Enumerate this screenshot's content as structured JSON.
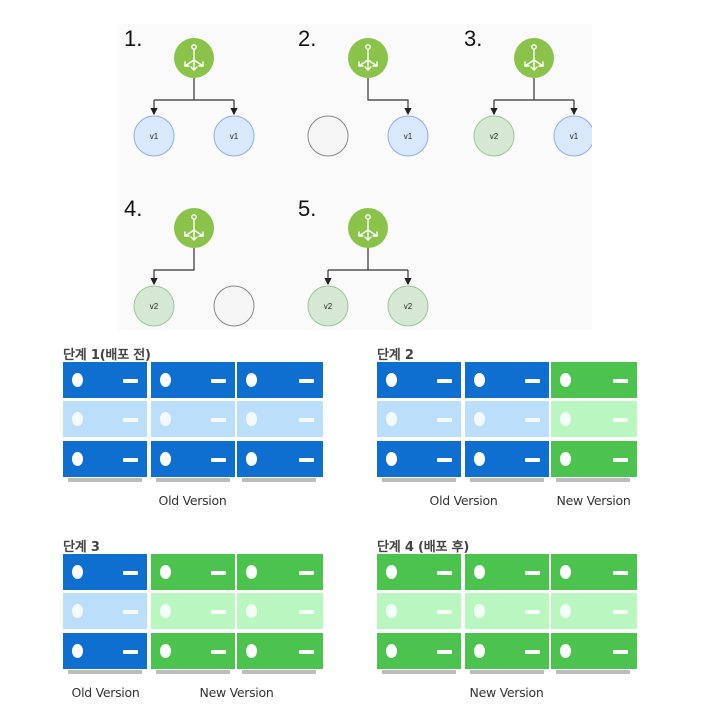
{
  "colors": {
    "lb_green": "#8bc34a",
    "v1_fill": "#dae8fc",
    "v1_stroke": "#8fb0d8",
    "v2_fill": "#d5e8d4",
    "v2_stroke": "#9cc69a",
    "empty_fill": "#f5f5f5",
    "empty_stroke": "#888888",
    "old_dark": "#0f6fd1",
    "old_light": "#bbdefb",
    "new_dark": "#4cc24f",
    "new_light": "#b9f6c0"
  },
  "top_diagram": {
    "steps": [
      {
        "number": "1.",
        "targets": [
          0,
          1
        ],
        "nodes": [
          {
            "kind": "v1",
            "label": "v1"
          },
          {
            "kind": "v1",
            "label": "v1"
          }
        ]
      },
      {
        "number": "2.",
        "targets": [
          1
        ],
        "nodes": [
          {
            "kind": "empty",
            "label": ""
          },
          {
            "kind": "v1",
            "label": "v1"
          }
        ]
      },
      {
        "number": "3.",
        "targets": [
          0,
          1
        ],
        "nodes": [
          {
            "kind": "v2",
            "label": "v2"
          },
          {
            "kind": "v1",
            "label": "v1"
          }
        ]
      },
      {
        "number": "4.",
        "targets": [
          0
        ],
        "nodes": [
          {
            "kind": "v2",
            "label": "v2"
          },
          {
            "kind": "empty",
            "label": ""
          }
        ]
      },
      {
        "number": "5.",
        "targets": [
          0,
          1
        ],
        "nodes": [
          {
            "kind": "v2",
            "label": "v2"
          },
          {
            "kind": "v2",
            "label": "v2"
          }
        ]
      }
    ],
    "load_balancer_icon": "load-balancer-icon"
  },
  "stages": [
    {
      "title": "단계 1(배포 전)",
      "columns": [
        "old",
        "old",
        "old"
      ],
      "labels": [
        {
          "text": "Old Version",
          "span": [
            0,
            2
          ]
        }
      ]
    },
    {
      "title": "단계 2",
      "columns": [
        "old",
        "old",
        "new"
      ],
      "labels": [
        {
          "text": "Old Version",
          "span": [
            0,
            1
          ]
        },
        {
          "text": "New Version",
          "span": [
            2,
            2
          ]
        }
      ]
    },
    {
      "title": "단계 3",
      "columns": [
        "old",
        "new",
        "new"
      ],
      "labels": [
        {
          "text": "Old Version",
          "span": [
            0,
            0
          ]
        },
        {
          "text": "New Version",
          "span": [
            1,
            2
          ]
        }
      ]
    },
    {
      "title": "단계 4 (배포 후)",
      "columns": [
        "new",
        "new",
        "new"
      ],
      "labels": [
        {
          "text": "New Version",
          "span": [
            0,
            2
          ]
        }
      ]
    }
  ]
}
